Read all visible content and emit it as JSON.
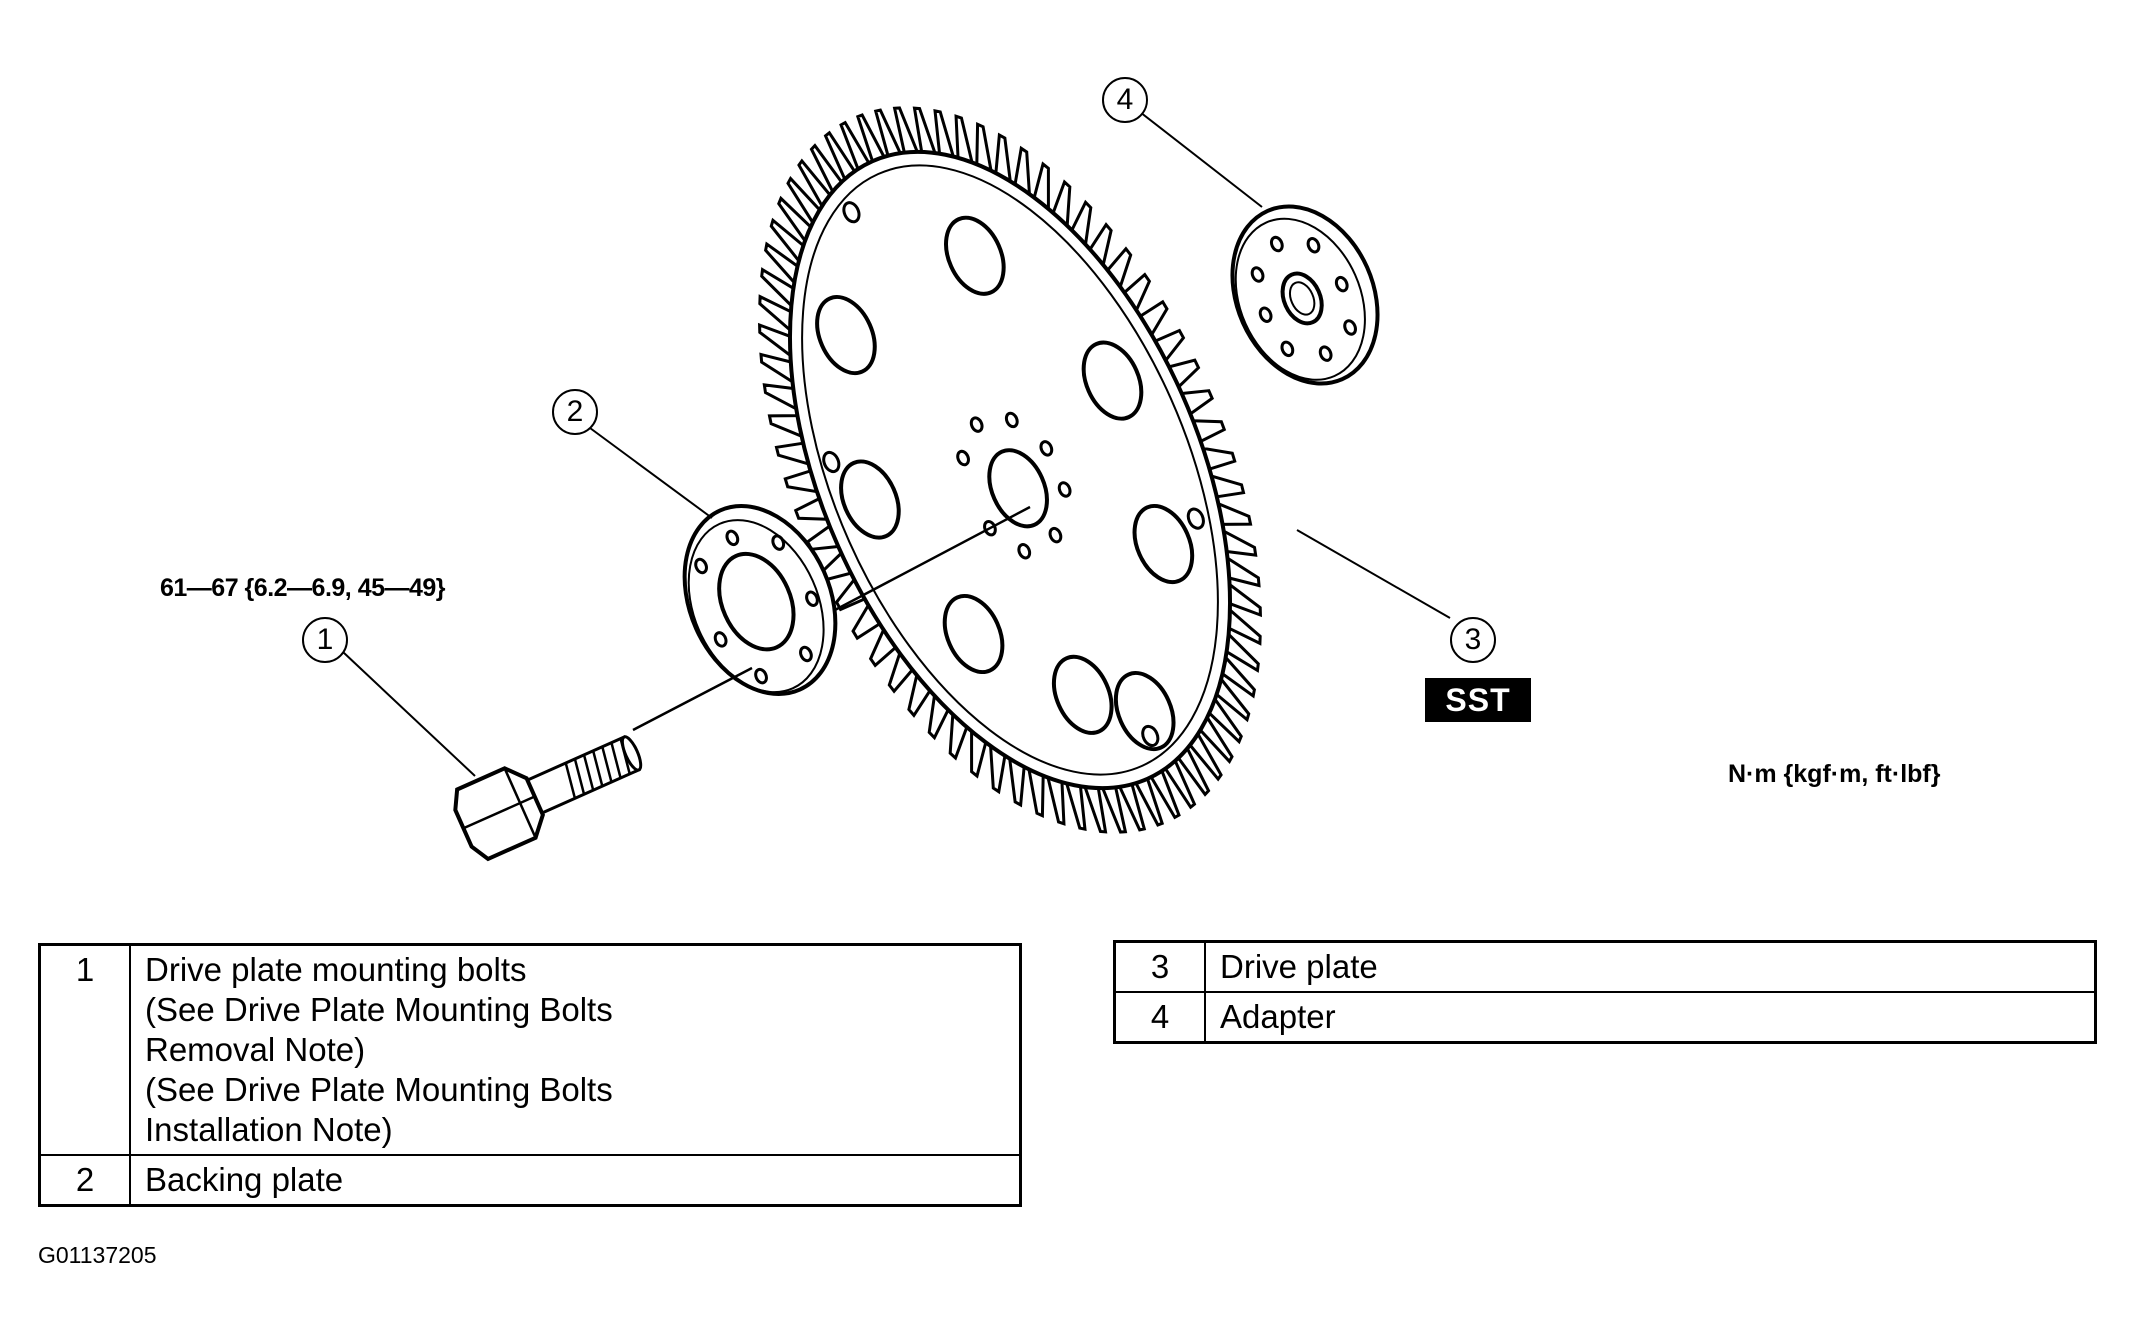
{
  "torque_spec": "61—67 {6.2—6.9, 45—49}",
  "units": "N·m {kgf·m, ft·lbf}",
  "sst_label": "SST",
  "figure_id": "G01137205",
  "callouts": {
    "c1": "1",
    "c2": "2",
    "c3": "3",
    "c4": "4"
  },
  "legend_left": [
    {
      "num": "1",
      "desc": "Drive plate mounting bolts\n(See Drive Plate Mounting Bolts\nRemoval Note)\n(See Drive Plate Mounting Bolts\nInstallation Note)"
    },
    {
      "num": "2",
      "desc": "Backing plate"
    }
  ],
  "legend_right": [
    {
      "num": "3",
      "desc": "Drive plate"
    },
    {
      "num": "4",
      "desc": "Adapter"
    }
  ]
}
